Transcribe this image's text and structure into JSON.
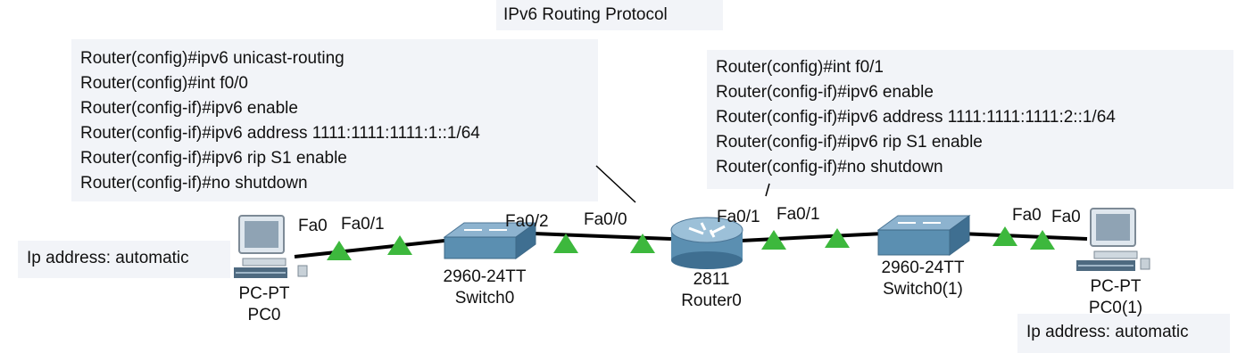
{
  "title": "IPv6 Routing Protocol",
  "notes": {
    "left_config": [
      "Router(config)#ipv6 unicast-routing",
      "Router(config)#int f0/0",
      "Router(config-if)#ipv6 enable",
      "Router(config-if)#ipv6 address 1111:1111:1111:1::1/64",
      "Router(config-if)#ipv6 rip S1 enable",
      "Router(config-if)#no shutdown"
    ],
    "right_config": [
      "Router(config)#int f0/1",
      "Router(config-if)#ipv6 enable",
      "Router(config-if)#ipv6 address 1111:1111:1111:2::1/64",
      "Router(config-if)#ipv6 rip S1 enable",
      "Router(config-if)#no shutdown"
    ],
    "pc0_ip": "Ip address: automatic",
    "pc1_ip": "Ip address: automatic"
  },
  "devices": {
    "pc0": {
      "model": "PC-PT",
      "name": "PC0"
    },
    "switch0": {
      "model": "2960-24TT",
      "name": "Switch0"
    },
    "router0": {
      "model": "2811",
      "name": "Router0"
    },
    "switch1": {
      "model": "2960-24TT",
      "name": "Switch0(1)"
    },
    "pc1": {
      "model": "PC-PT",
      "name": "PC0(1)"
    }
  },
  "ports": {
    "pc0_fa0": "Fa0",
    "sw0_fa01": "Fa0/1",
    "sw0_fa02": "Fa0/2",
    "r0_fa00": "Fa0/0",
    "r0_fa01": "Fa0/1",
    "sw1_fa01": "Fa0/1",
    "sw1_fa0": "Fa0",
    "pc1_fa0": "Fa0"
  },
  "colors": {
    "link_up": "#3db83d",
    "cable": "#000000",
    "note_bg": "#f2f4f8",
    "device_blue": "#5b8fb1"
  }
}
